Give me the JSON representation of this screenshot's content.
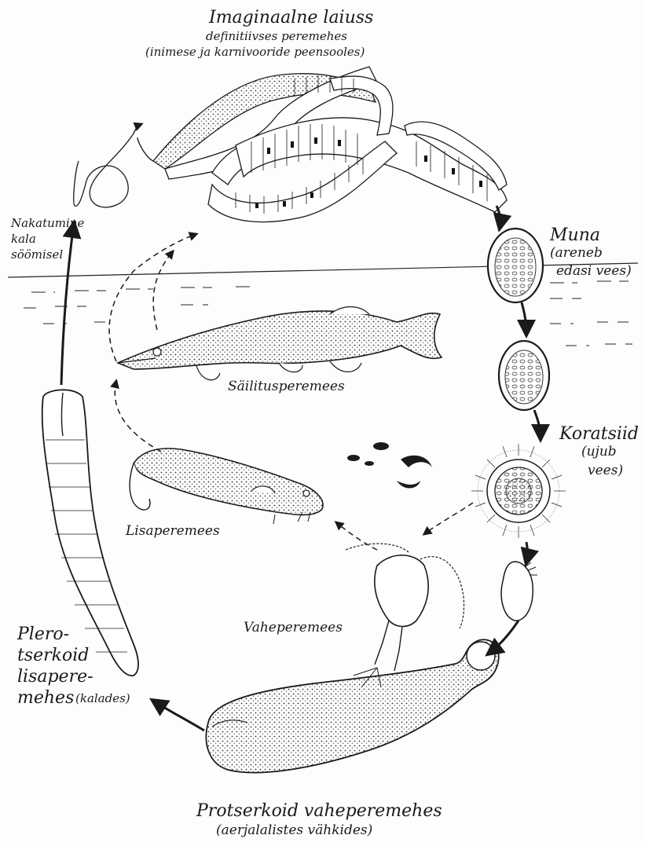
{
  "figure": {
    "adult_stage": {
      "title": "Imaginaalne laiuss",
      "line2": "definitiivses peremehes",
      "line3": "(inimese ja karnivooride peensooles)"
    },
    "infection": {
      "line1": "Nakatumine",
      "line2": "kala",
      "line3": "söömisel"
    },
    "egg": {
      "title": "Muna",
      "line2": "(areneb",
      "line3": "edasi vees)"
    },
    "coracidium": {
      "title": "Koratsiid",
      "line2": "(ujub",
      "line3": "vees)"
    },
    "reservoir_host": {
      "label": "Säilitusperemees"
    },
    "additional_host": {
      "label": "Lisaperemees"
    },
    "intermediate_host": {
      "label": "Vaheperemees"
    },
    "plerocercoid": {
      "line1": "Plero-",
      "line2": "tserkoid",
      "line3": "lisapere-",
      "line4": "mehes",
      "line4b": "(kalades)"
    },
    "procercoid": {
      "title": "Protserkoid vaheperemehes",
      "line2": "(aerjalalistes vähkides)"
    }
  }
}
